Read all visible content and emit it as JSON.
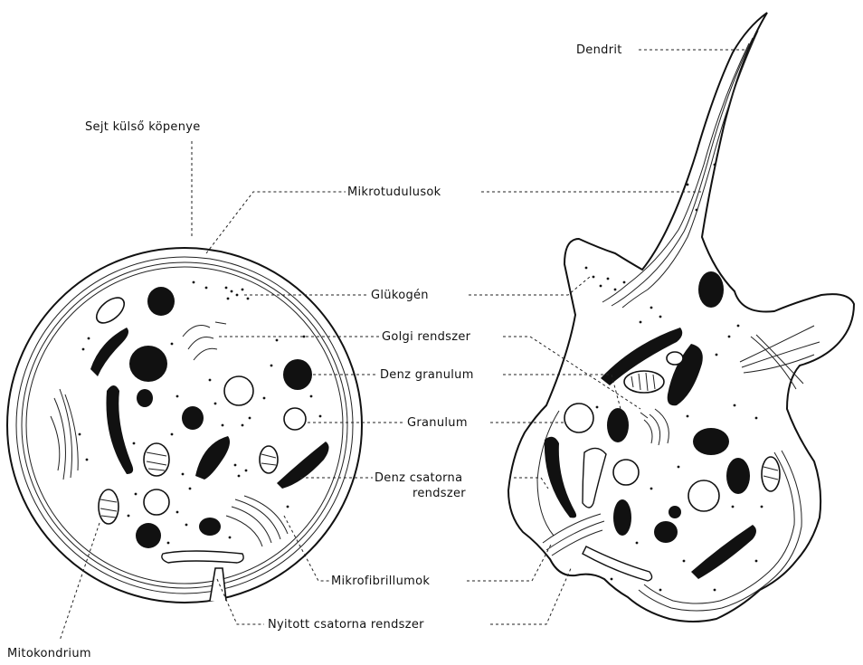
{
  "labels": {
    "dendrit": "Dendrit",
    "sejt_kulso_kopenye": "Sejt külső köpenye",
    "mikrotudulusok": "Mikrotudulusok",
    "glukogen": "Glükogén",
    "golgi": "Golgi rendszer",
    "denz_granulum": "Denz granulum",
    "granulum": "Granulum",
    "denz_csatorna_1": "Denz csatorna",
    "denz_csatorna_2": "rendszer",
    "mikrofibrillumok": "Mikrofibrillumok",
    "nyitott_csatorna": "Nyitott csatorna rendszer",
    "mitokondrium": "Mitokondrium"
  }
}
